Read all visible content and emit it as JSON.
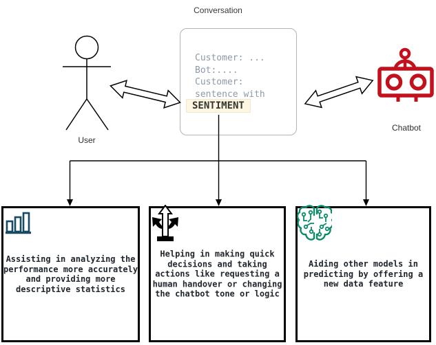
{
  "diagram": {
    "title": "Conversation",
    "conversation": {
      "transcript": "Customer: ...\nBot:....\nCustomer:\nsentence with",
      "highlight": "SENTIMENT"
    },
    "actors": {
      "user": "User",
      "chatbot": "Chatbot"
    },
    "benefits": [
      {
        "icon": "bar-chart-icon",
        "text": "Assisting in analyzing the\nperformance more accurately\nand providing more\ndescriptive statistics"
      },
      {
        "icon": "branch-arrows-icon",
        "text": "Helping in making quick\ndecisions and taking\nactions like requesting a\nhuman handover or changing\nthe chatbot tone or logic"
      },
      {
        "icon": "brain-circuit-icon",
        "text": "Aiding other models in\npredicting by offering a\nnew data feature"
      }
    ],
    "colors": {
      "robot_red": "#c2101c",
      "brain_teal": "#0a8a6a",
      "chart_navy": "#174a63",
      "highlight_bg": "#fdf6e3",
      "box_border": "#000000",
      "conversation_border": "#b3b3b3",
      "transcript_gray": "#8d9aa7"
    }
  }
}
